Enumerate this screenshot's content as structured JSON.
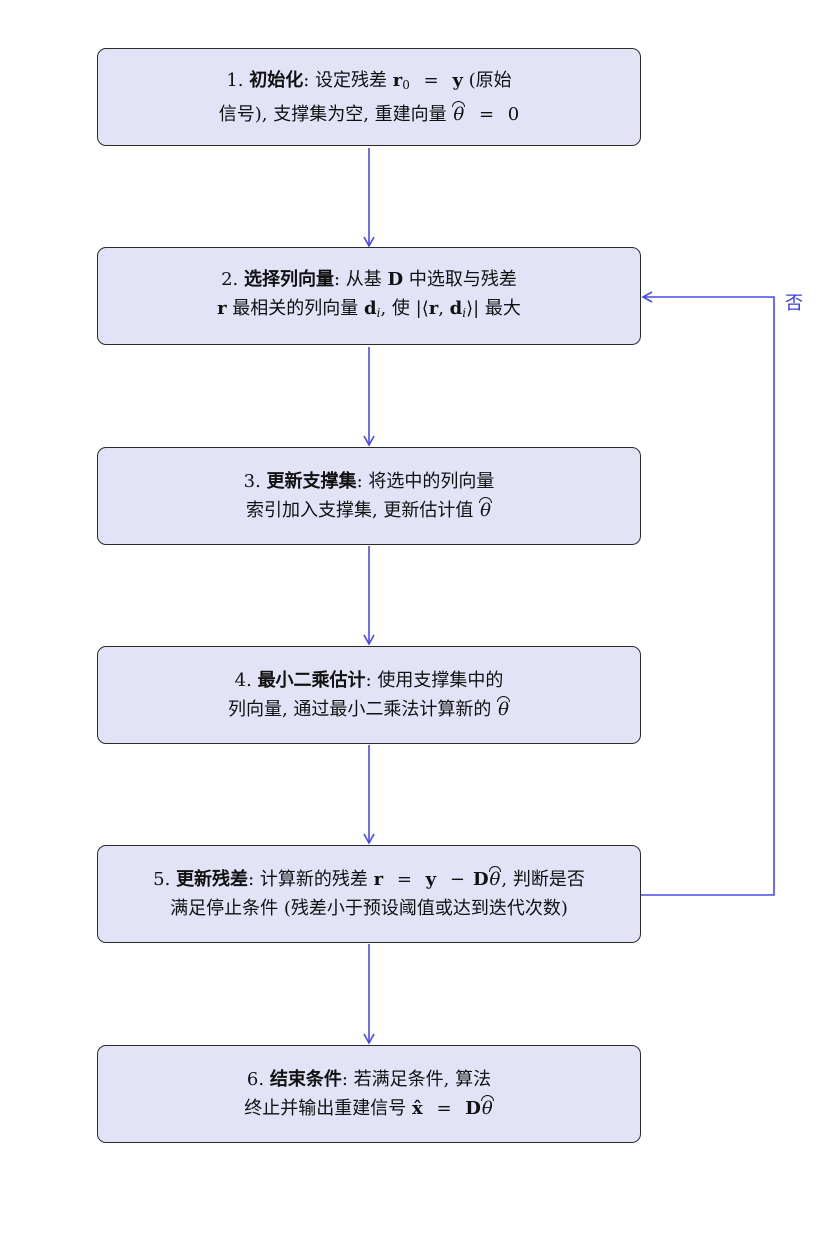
{
  "colors": {
    "box_fill": "#e3e3f8",
    "box_border": "#2a2a2a",
    "arrow": "#4a4ae8",
    "label": "#3b3bd9"
  },
  "steps": [
    {
      "num": "1.",
      "title": "初始化",
      "l1_text": ": 设定残差",
      "l1_r": "r",
      "l1_r_sub": "0",
      "l1_eq": "=",
      "l1_y": "y",
      "l1_tail": "(原始",
      "l2_text": "信号), 支撑集为空, 重建向量",
      "l2_theta": "θ",
      "l2_eq": "=",
      "l2_zero": "0"
    },
    {
      "num": "2.",
      "title": "选择列向量",
      "l1_a": ": 从基",
      "l1_D": "D",
      "l1_b": "中选取与残差",
      "l2_r": "r",
      "l2_a": "最相关的列向量",
      "l2_d": "d",
      "l2_i": "i",
      "l2_b": ", 使 |⟨",
      "l2_r2": "r",
      "l2_comma": ", ",
      "l2_d2": "d",
      "l2_i2": "i",
      "l2_c": "⟩| 最大"
    },
    {
      "num": "3.",
      "title": "更新支撑集",
      "l1_text": ": 将选中的列向量",
      "l2_text": "索引加入支撑集, 更新估计值",
      "l2_theta": "θ"
    },
    {
      "num": "4.",
      "title": "最小二乘估计",
      "l1_text": ": 使用支撑集中的",
      "l2_text": "列向量, 通过最小二乘法计算新的",
      "l2_theta": "θ"
    },
    {
      "num": "5.",
      "title": "更新残差",
      "l1_a": ": 计算新的残差",
      "l1_r": "r",
      "l1_eq": "=",
      "l1_y": "y",
      "l1_minus": "−",
      "l1_D": "D",
      "l1_theta": "θ",
      "l1_b": ", 判断是否",
      "l2_text": "满足停止条件 (残差小于预设阈值或达到迭代次数)"
    },
    {
      "num": "6.",
      "title": "结束条件",
      "l1_text": ": 若满足条件, 算法",
      "l2_a": "终止并输出重建信号",
      "l2_x": "x̂",
      "l2_eq": "=",
      "l2_D": "D",
      "l2_theta": "θ"
    }
  ],
  "loop_label": "否"
}
